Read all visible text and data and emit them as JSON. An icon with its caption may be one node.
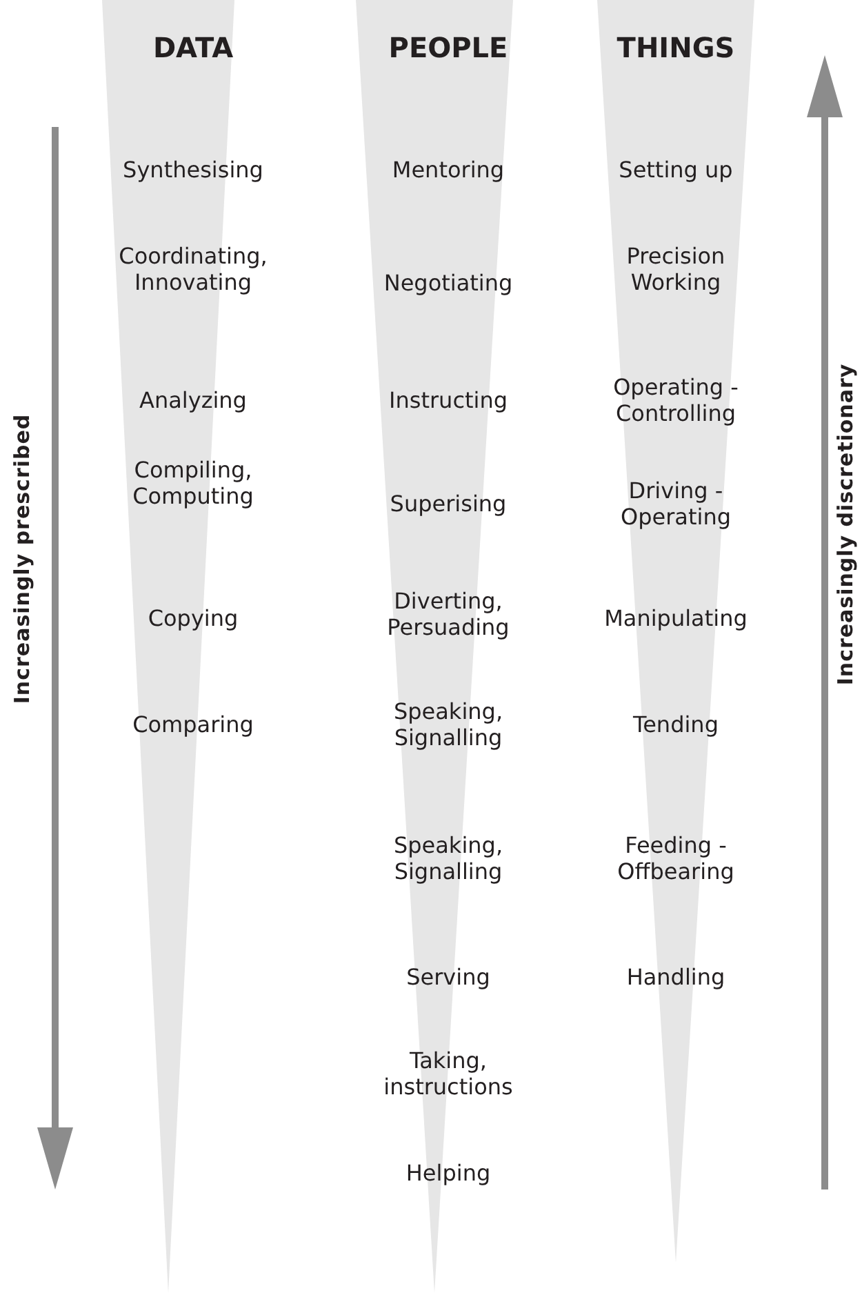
{
  "diagram": {
    "nodes": [
      {
        "text": [
          "DATA",
          "Synthesising",
          "Coordinating, Innovating",
          "Analyzing",
          "Compiling, Computing",
          "Copying",
          "Comparing"
        ]
      },
      {
        "text": [
          "PEOPLE",
          "Mentoring",
          "Negotiating",
          "Instructing",
          "Superising",
          "Diverting, Persuading",
          "Speaking, Signalling",
          "Speaking, Signalling",
          "Serving",
          "Taking, instructions",
          "Helping"
        ]
      },
      {
        "text": [
          "THINGS",
          "Setting up",
          "Precision Working",
          "Operating - Controlling",
          "Driving - Operating",
          "Manipulating",
          "Tending",
          "Feeding - Offbearing",
          "Handling"
        ]
      }
    ],
    "labels": [
      "Increasingly prescribed",
      "Increasingly discretionary"
    ]
  }
}
